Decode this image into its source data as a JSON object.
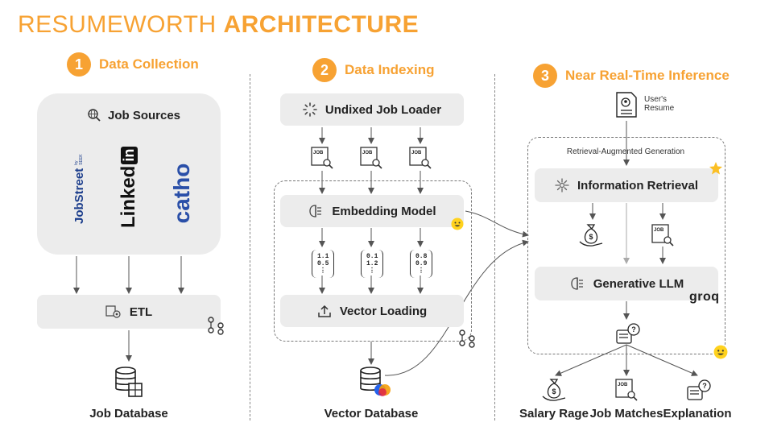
{
  "title": {
    "prefix": "RESUMEWORTH",
    "main": "ARCHITECTURE"
  },
  "sections": [
    {
      "number": "1",
      "title": "Data Collection"
    },
    {
      "number": "2",
      "title": "Data Indexing"
    },
    {
      "number": "3",
      "title": "Near Real-Time Inference"
    }
  ],
  "collection": {
    "sources_label": "Job Sources",
    "logos": {
      "jobstreet": "JobStreet",
      "jobstreet_sub": "by SEEK",
      "linkedin_a": "Linked",
      "linkedin_b": "in",
      "catho": "catho"
    },
    "etl_label": "ETL",
    "db_label": "Job Database"
  },
  "indexing": {
    "loader_label": "Undixed Job Loader",
    "job_tag": "JOB",
    "embedding_label": "Embedding Model",
    "vectors": [
      [
        "1.1",
        "0.5",
        "⋮"
      ],
      [
        "0.1",
        "1.2",
        "⋮"
      ],
      [
        "0.8",
        "0.9",
        "⋮"
      ]
    ],
    "vector_loading_label": "Vector Loading",
    "db_label": "Vector Database"
  },
  "inference": {
    "resume_label_1": "User's",
    "resume_label_2": "Resume",
    "rag_label": "Retrieval-Augmented Generation",
    "retrieval_label": "Information Retrieval",
    "llm_label": "Generative LLM",
    "groq": "groq",
    "outputs": [
      "Salary Rage",
      "Job Matches",
      "Explanation"
    ]
  },
  "colors": {
    "accent": "#f7a233",
    "box": "#ececec",
    "jobstreet": "#1c3e8c",
    "catho": "#2a4fa8"
  }
}
